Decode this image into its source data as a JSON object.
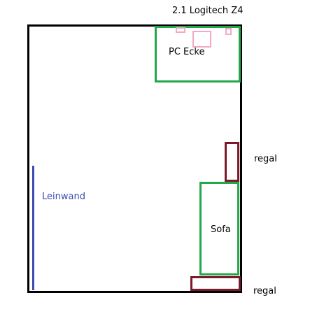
{
  "labels": {
    "title": "2.1 Logitech Z4",
    "pc_corner": "PC Ecke",
    "sofa": "Sofa",
    "shelf_right": "regal",
    "shelf_bottom": "regal",
    "screen": "Leinwand"
  },
  "colors": {
    "walls": "#000000",
    "furniture_green": "#22a84a",
    "speakers_pink": "#f4a9c4",
    "shelves": "#7a1a2a",
    "screen": "#3b4bb0"
  }
}
